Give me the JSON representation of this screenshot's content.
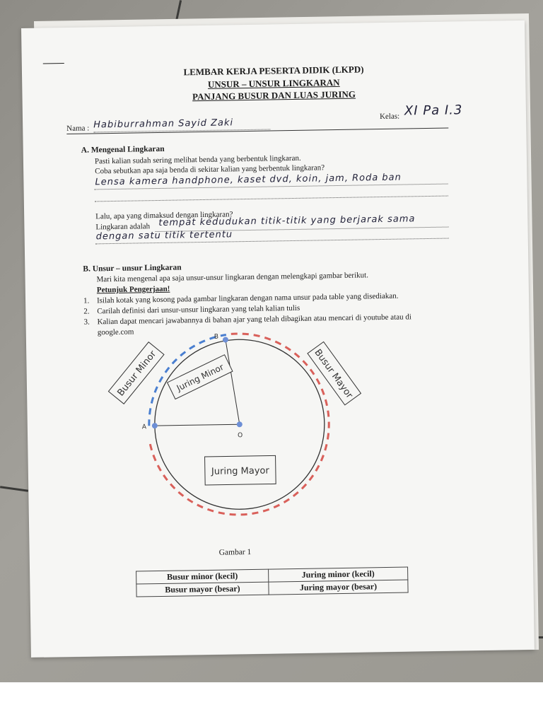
{
  "header": {
    "title": "LEMBAR KERJA PESERTA DIDIK (LKPD)",
    "subtitle1": "UNSUR – UNSUR LINGKARAN",
    "subtitle2": "PANJANG BUSUR DAN LUAS JURING"
  },
  "identity": {
    "nama_label": "Nama :",
    "nama_value": "Habiburrahman Sayid Zaki",
    "kelas_label": "Kelas:",
    "kelas_value": "XI Pa I.3"
  },
  "section_a": {
    "heading": "A.  Mengenal Lingkaran",
    "line1": "Pasti kalian sudah sering melihat benda yang berbentuk lingkaran.",
    "line2": "Coba sebutkan apa saja benda di sekitar kalian yang berbentuk lingkaran?",
    "answer1": "Lensa kamera handphone, kaset dvd, koin, jam, Roda ban",
    "q2": "Lalu, apa yang dimaksud dengan lingkaran?",
    "q2_prefix": "Lingkaran adalah",
    "answer2a": "tempat kedudukan titik-titik yang berjarak sama",
    "answer2b": "dengan satu titik tertentu"
  },
  "section_b": {
    "heading": "B.  Unsur – unsur Lingkaran",
    "intro": "Mari kita mengenal apa saja unsur-unsur lingkaran dengan melengkapi gambar berikut.",
    "petunjuk": "Petunjuk Pengerjaan!",
    "steps": [
      {
        "num": "1.",
        "text": "Isilah kotak yang kosong pada gambar lingkaran dengan nama unsur pada table yang disediakan."
      },
      {
        "num": "2.",
        "text": "Carilah definisi dari unsur-unsur lingkaran yang telah kalian tulis"
      },
      {
        "num": "3.",
        "text": "Kalian dapat mencari jawabannya di bahan ajar yang telah dibagikan atau mencari di youtube atau di"
      }
    ],
    "step3_cont": "google.com"
  },
  "figure": {
    "labels": {
      "busur_minor": "Busur Minor",
      "busur_mayor": "Busur Mayor",
      "juring_minor": "Juring Minor",
      "juring_mayor": "Juring Mayor",
      "point_a": "A",
      "point_b": "B",
      "point_o": "O"
    },
    "caption": "Gambar 1",
    "colors": {
      "minor_arc": "#4a7fd0",
      "major_arc": "#d9605a"
    }
  },
  "table": {
    "rows": [
      [
        "Busur minor (kecil)",
        "Juring minor (kecil)"
      ],
      [
        "Busur mayor (besar)",
        "Juring mayor (besar)"
      ]
    ]
  }
}
